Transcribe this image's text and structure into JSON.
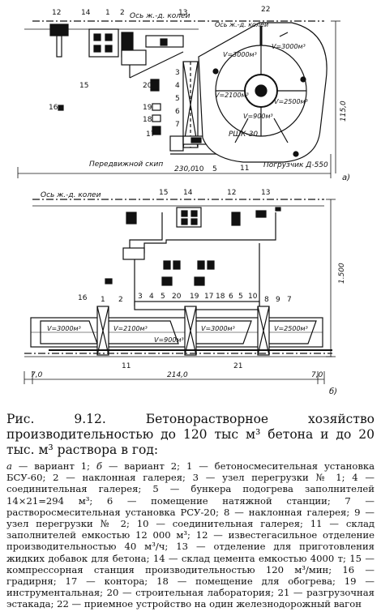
{
  "diagram": {
    "a": {
      "rail_top_label": "Ось ж.-д. колеи",
      "rail_inner_label": "Ось ж.-д. колеи",
      "storage_volumes": [
        "V=3000м³",
        "V=3000м³",
        "V=2100м³",
        "V=2500м³",
        "V=900м³"
      ],
      "crane_label": "РШК-30",
      "skip_label": "Передвижной скип",
      "loader_label": "Погрузчик Д-550",
      "dim_width": "230,0",
      "dim_height": "115,0",
      "variant_mark": "а)",
      "item_numbers": [
        "12",
        "14",
        "1",
        "2",
        "13",
        "22",
        "3",
        "4",
        "5",
        "6",
        "7",
        "20",
        "19",
        "18",
        "17",
        "15",
        "16",
        "10",
        "5",
        "11"
      ]
    },
    "b": {
      "rail_label": "Ось ж.-д. колеи",
      "storage_volumes": [
        "V=3000м³",
        "V=2100м³",
        "V=3000м³",
        "V=2500м³",
        "V=900м³"
      ],
      "dim_height": "1.500",
      "dim_left": "7,0",
      "dim_total": "214,0",
      "dim_right": "7,0",
      "variant_mark": "б)",
      "item_numbers": [
        "15",
        "14",
        "12",
        "13",
        "16",
        "1",
        "2",
        "3",
        "4",
        "5",
        "20",
        "19",
        "17",
        "18",
        "6",
        "5",
        "10",
        "8",
        "9",
        "7",
        "11",
        "21"
      ]
    }
  },
  "caption": {
    "title": "Рис. 9.12. Бетонорастворное хозяйство производительностью до 120 тыс м³ бетона и до 20 тыс. м³ раствора в год:"
  },
  "legend": {
    "variant_a": "а",
    "variant_a_text": " — вариант 1; ",
    "variant_b": "б",
    "variant_b_text": " — вариант 2; ",
    "items_text": "1 — бетоносмесительная установка БСУ-60; 2 — наклонная галерея; 3 — узел перегрузки № 1; 4 — соединительная галерея; 5 — бункера подогрева заполнителей 14×21=294 м³; 6 — помещение натяжной станции; 7 — растворосмесительная установка РСУ-20; 8 — наклонная галерея; 9 — узел перегрузки № 2; 10 — соединительная галерея; 11 — склад заполнителей емкостью 12 000 м³; 12 — известегасильное отделение производительностью 40 м³/ч; 13 — отделение для приготовления жидких добавок для бетона; 14 — склад цемента емкостью 4000 т; 15 — компрессорная станция производительностью 120 м³/мин; 16 — градирня; 17 — контора; 18 — помещение для обогрева; 19 — инструментальная; 20 — строительная лаборатория; 21 — разгрузочная эстакада; 22 — приемное устройство на один железнодорожный вагон"
  }
}
